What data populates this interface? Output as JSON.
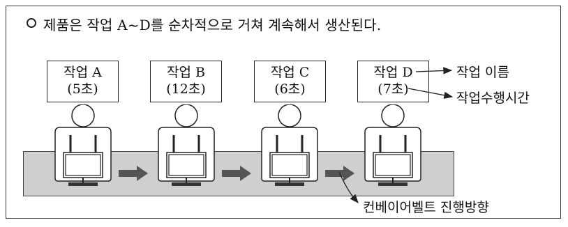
{
  "statement": "제품은 작업 A~D를 순차적으로 거쳐 계속해서 생산된다.",
  "tasks": [
    {
      "name": "작업 A",
      "time": "(5초)"
    },
    {
      "name": "작업 B",
      "time": "(12초)"
    },
    {
      "name": "작업 C",
      "time": "(6초)"
    },
    {
      "name": "작업 D",
      "time": "(7초)"
    }
  ],
  "annotations": {
    "task_name": "작업 이름",
    "task_time": "작업수행시간",
    "belt": "컨베이어벨트 진행방향"
  },
  "colors": {
    "belt": "#cfcfcf",
    "arrow": "#555555",
    "line": "#222222"
  }
}
